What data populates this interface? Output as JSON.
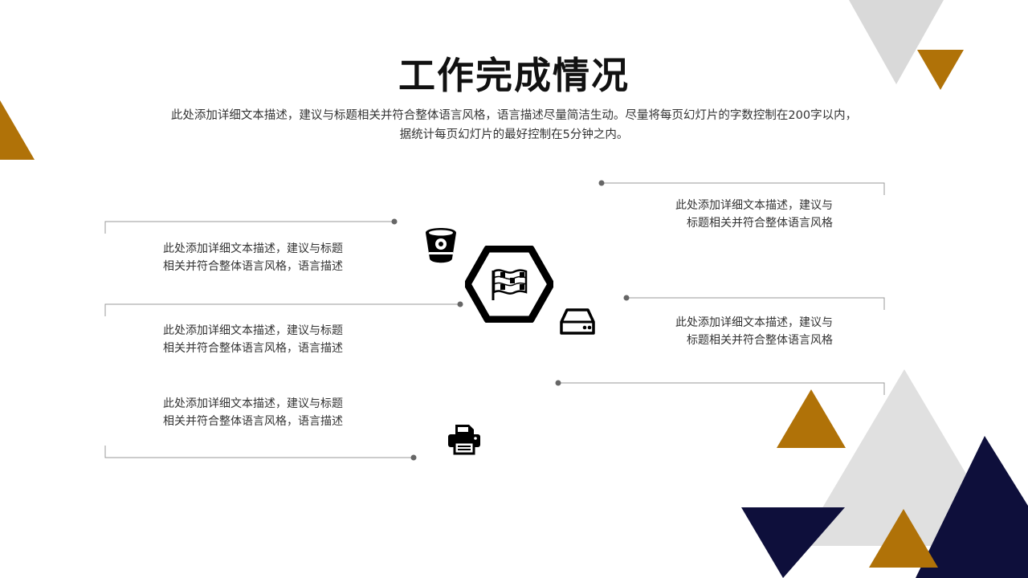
{
  "slide": {
    "title": "工作完成情况",
    "subtitle_line1": "此处添加详细文本描述，建议与标题相关并符合整体语言风格，语言描述尽量简洁生动。尽量将每页幻灯片的字数控制在200字以内，",
    "subtitle_line2": "据统计每页幻灯片的最好控制在5分钟之内。"
  },
  "left_items": [
    {
      "line1": "此处添加详细文本描述，建议与标题",
      "line2": "相关并符合整体语言风格，语言描述"
    },
    {
      "line1": "此处添加详细文本描述，建议与标题",
      "line2": "相关并符合整体语言风格，语言描述"
    },
    {
      "line1": "此处添加详细文本描述，建议与标题",
      "line2": "相关并符合整体语言风格，语言描述"
    }
  ],
  "right_items": [
    {
      "line1": "此处添加详细文本描述，建议与",
      "line2": "标题相关并符合整体语言风格"
    },
    {
      "line1": "此处添加详细文本描述，建议与",
      "line2": "标题相关并符合整体语言风格"
    }
  ],
  "icons": {
    "center": "flag-icon",
    "top_left": "bucket-icon",
    "right": "hard-drive-icon",
    "bottom": "printer-icon"
  },
  "colors": {
    "gold": "#b07208",
    "navy": "#0e0f3b",
    "light_gray": "#d9d9d9",
    "line_gray": "#999999",
    "dot_gray": "#666666"
  }
}
